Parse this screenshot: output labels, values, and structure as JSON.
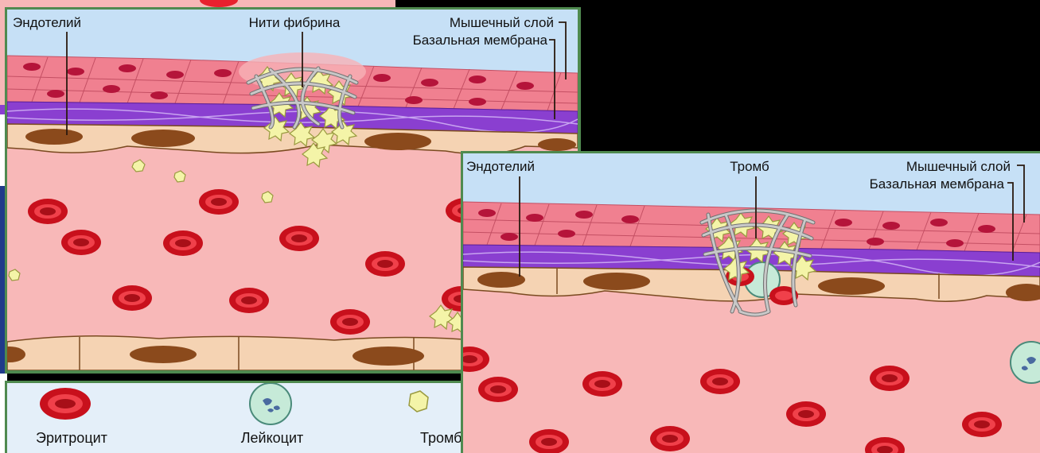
{
  "panel1": {
    "labels": {
      "endothelium": "Эндотелий",
      "fibrin": "Нити фибрина",
      "muscle": "Мышечный слой",
      "basement": "Базальная мембрана"
    }
  },
  "panel2": {
    "labels": {
      "endothelium": "Эндотелий",
      "thrombus": "Тромб",
      "muscle": "Мышечный слой",
      "basement": "Базальная мембрана"
    }
  },
  "legend": {
    "erythrocyte": "Эритроцит",
    "leukocyte": "Лейкоцит",
    "platelet": "Тромб"
  },
  "colors": {
    "page_background": "#000000",
    "plasma": "#f8b8b8",
    "sky": "#c6e0f6",
    "muscle": "#f08090",
    "basement": "#8a3fd0",
    "endothelium": "#f5d3b3",
    "nucleus": "#8b4a1c",
    "erythrocyte": "#e8202e",
    "platelet": "#f4f4a8",
    "leukocyte": "#c6ead8",
    "fibrin": "#a9a9a9",
    "frame": "#4f8a4f"
  }
}
